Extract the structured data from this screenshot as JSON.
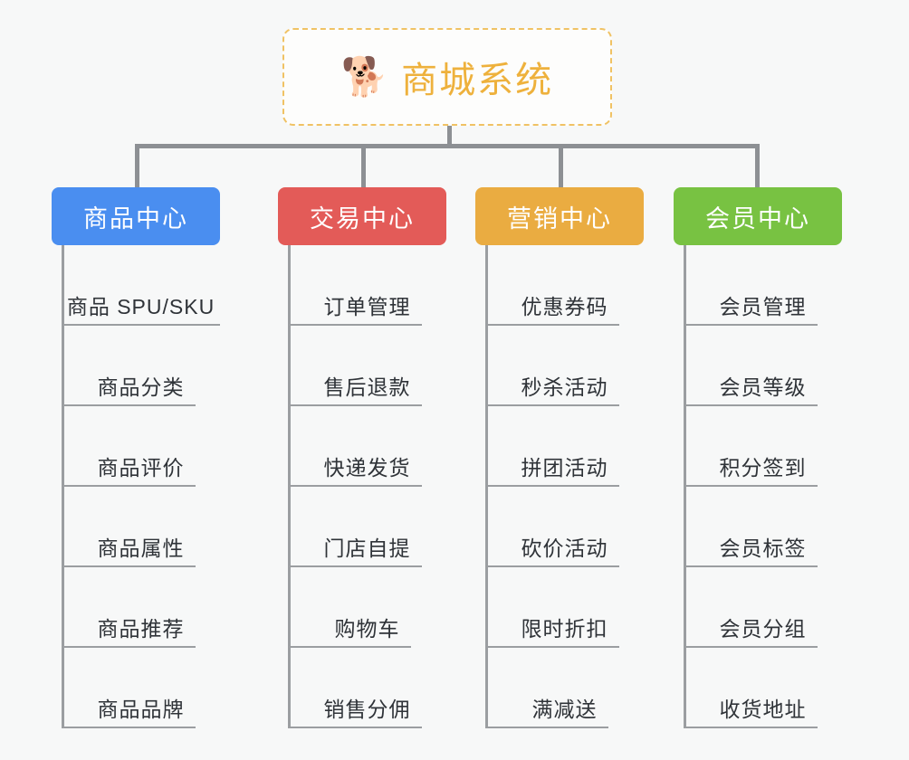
{
  "page": {
    "background_color": "#f7f8f8",
    "line_color": "#8d9094",
    "leaf_line_color": "#9b9ea1",
    "leaf_text_color": "#2f3338"
  },
  "root": {
    "icon": "shiba-inu-dog-face-emoji",
    "icon_glyph": "🐕",
    "title": "商城系统",
    "title_color": "#eeb13c",
    "border_color": "#f0c264",
    "border_style": "dashed"
  },
  "categories": [
    {
      "label": "商品中心",
      "color": "#4a8ef0",
      "items": [
        "商品 SPU/SKU",
        "商品分类",
        "商品评价",
        "商品属性",
        "商品推荐",
        "商品品牌"
      ]
    },
    {
      "label": "交易中心",
      "color": "#e35b58",
      "items": [
        "订单管理",
        "售后退款",
        "快递发货",
        "门店自提",
        "购物车",
        "销售分佣"
      ]
    },
    {
      "label": "营销中心",
      "color": "#eaac41",
      "items": [
        "优惠券码",
        "秒杀活动",
        "拼团活动",
        "砍价活动",
        "限时折扣",
        "满减送"
      ]
    },
    {
      "label": "会员中心",
      "color": "#78c242",
      "items": [
        "会员管理",
        "会员等级",
        "积分签到",
        "会员标签",
        "会员分组",
        "收货地址"
      ]
    }
  ]
}
